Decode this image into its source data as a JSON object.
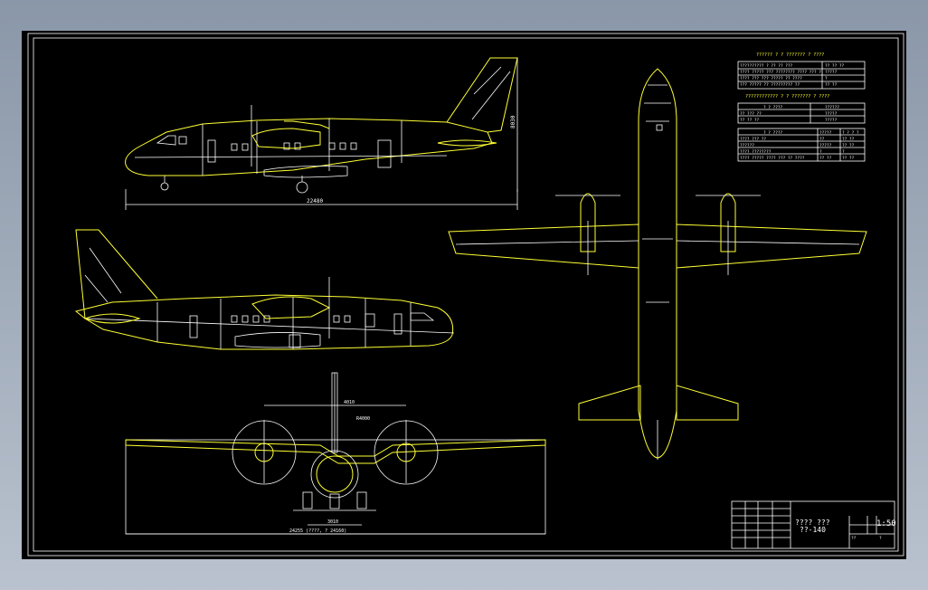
{
  "dimensions": {
    "length": "22480",
    "height": "8030",
    "prop_diameter": "4010",
    "track": "3010",
    "wingspan": "24255 (????, ? 24160)",
    "small_dim": "R4000"
  },
  "title_block": {
    "title": "????  ???",
    "subtitle": "??-140",
    "scale": "1:50",
    "sheet_label": "??",
    "sheet_value": "?"
  },
  "table1": {
    "heading": "?????? ? ? ??????? ? ????",
    "rows": [
      [
        "?????????? ? ?? ?? ???",
        "?? ?? ??"
      ],
      [
        "???? ????? ??? ???????? ???? ??? ?",
        "?????"
      ],
      [
        "???? ??? ??? ????? ?? ????",
        "?"
      ],
      [
        "??? ????? ?? ????????? ??",
        "?? ??"
      ]
    ]
  },
  "table2": {
    "heading": "???????????? ? ? ??????? ? ????",
    "header": [
      "? ? ????",
      "??????"
    ],
    "rows": [
      [
        "?? ??? ??",
        "?????"
      ],
      [
        "?? ?? ??",
        "?????"
      ]
    ]
  },
  "table3": {
    "header": [
      "? ? ????",
      "?????",
      "? ? ? ?"
    ],
    "rows": [
      [
        "???? ??? ??",
        "??",
        "??  ??"
      ],
      [
        "??????",
        "?????",
        "?? ??"
      ],
      [
        "???? ????????",
        "?",
        "?"
      ],
      [
        "???? ????? ????  ??? ?? ????",
        "?? ??",
        "?? ??"
      ]
    ]
  }
}
